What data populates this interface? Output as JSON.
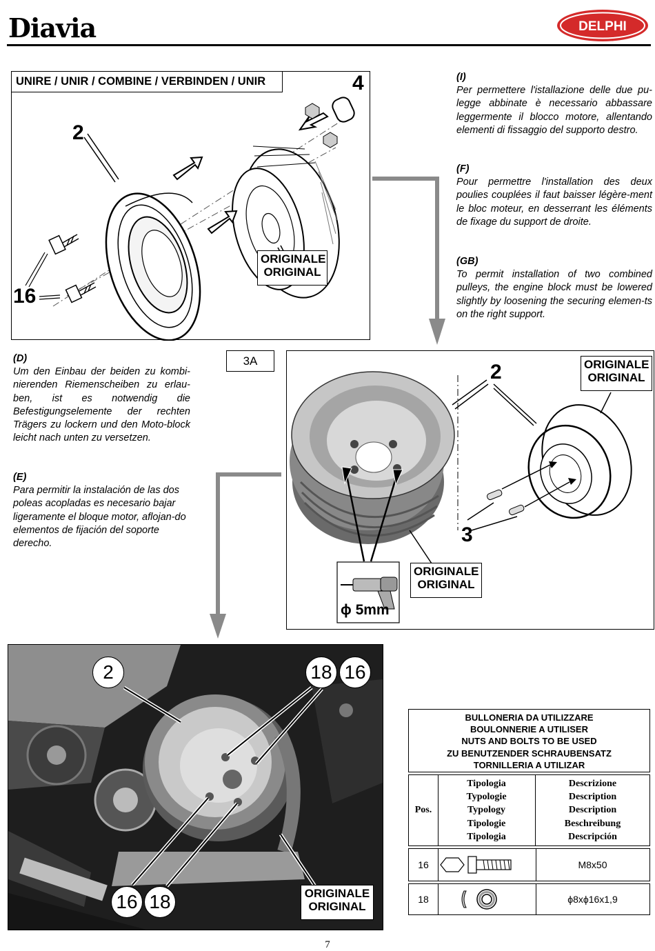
{
  "header": {
    "brand": "Diavia",
    "logo_text": "DELPHI"
  },
  "panel1": {
    "title": "UNIRE / UNIR / COMBINE / VERBINDEN / UNIR",
    "callouts": {
      "c2": "2",
      "c4": "4",
      "c16": "16"
    },
    "original_line1": "ORIGINALE",
    "original_line2": "ORIGINAL"
  },
  "text_I": {
    "lang": "(I)",
    "body": "Per permettere l'istallazione delle due pu-legge abbinate è necessario abbassare leggermente il blocco motore, allentando elementi di fissaggio del supporto destro."
  },
  "text_F": {
    "lang": "(F)",
    "body": "Pour permettre l'installation des deux poulies couplées il faut baisser légère-ment le bloc moteur, en desserrant les éléments de fixage du support de droite."
  },
  "text_GB": {
    "lang": "(GB)",
    "body": "To permit installation of two combined pulleys, the engine block must be lowered slightly by loosening the securing elemen-ts on the right support."
  },
  "text_D": {
    "lang": "(D)",
    "body": "Um den Einbau der beiden zu kombi-nierenden Riemenscheiben zu erlau-ben, ist es notwendig die Befestigungselemente der rechten Trägers zu lockern und den Moto-block leicht nach unten zu versetzen."
  },
  "text_E": {
    "lang": "(E)",
    "body": "Para permitir la instalación de las dos poleas acopladas es necesario bajar ligeramente el bloque motor, aflojan-do elementos de fijación del soporte derecho."
  },
  "panel2": {
    "tag": "3A",
    "callouts": {
      "c2": "2",
      "c3": "3"
    },
    "original_line1": "ORIGINALE",
    "original_line2": "ORIGINAL",
    "drill": "ϕ 5mm"
  },
  "photo": {
    "callouts": {
      "a": "2",
      "b": "18",
      "c": "16",
      "d": "16",
      "e": "18"
    },
    "original_line1": "ORIGINALE",
    "original_line2": "ORIGINAL"
  },
  "bolts_table": {
    "title": [
      "BULLONERIA DA UTILIZZARE",
      "BOULONNERIE A UTILISER",
      "NUTS AND BOLTS TO BE USED",
      "ZU BENUTZENDER SCHRAUBENSATZ",
      "TORNILLERIA A UTILIZAR"
    ],
    "col_pos": "Pos.",
    "col_type": [
      "Tipologia",
      "Typologie",
      "Typology",
      "Tipologie",
      "Tipologia"
    ],
    "col_desc": [
      "Descrizione",
      "Description",
      "Description",
      "Beschreibung",
      "Descripción"
    ],
    "rows": [
      {
        "pos": "16",
        "desc": "M8x50",
        "icon": "bolt-icon"
      },
      {
        "pos": "18",
        "desc": "ϕ8xϕ16x1,9",
        "icon": "washer-icon"
      }
    ]
  },
  "footer": {
    "page": "7"
  }
}
